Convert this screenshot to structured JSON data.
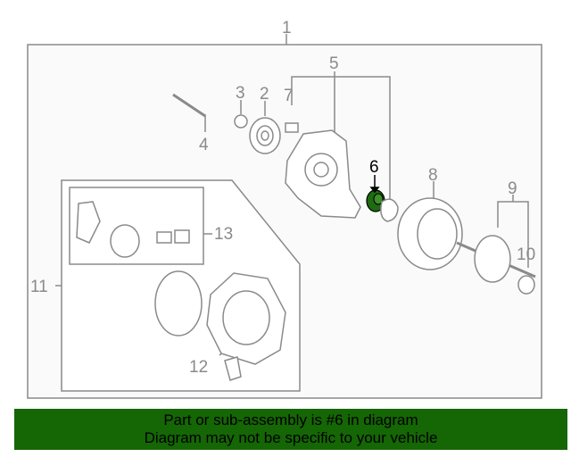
{
  "diagram": {
    "callouts": {
      "c1": "1",
      "c2": "2",
      "c3": "3",
      "c4": "4",
      "c5": "5",
      "c6": "6",
      "c7": "7",
      "c8": "8",
      "c9": "9",
      "c10": "10",
      "c11": "11",
      "c12": "12",
      "c13": "13"
    },
    "highlight_part": "6",
    "highlight_color": "#1e6b12"
  },
  "banner": {
    "line1": "Part or sub-assembly is #6 in diagram",
    "line2": "Diagram may not be specific to your vehicle",
    "background": "#156605"
  }
}
